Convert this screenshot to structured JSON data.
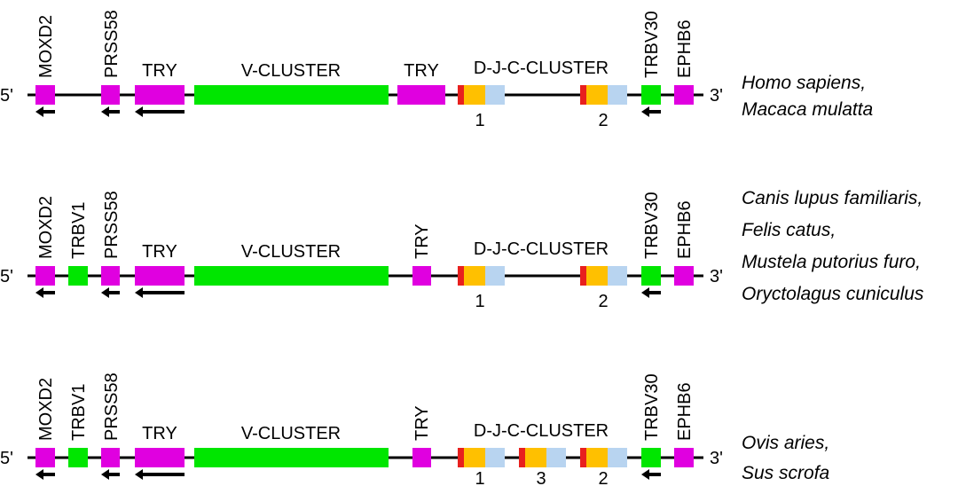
{
  "colors": {
    "gene": "#e000e0",
    "trbv": "#00e600",
    "d_segment": "#e8201e",
    "j_segment": "#ffc000",
    "c_segment": "#b8d4f0",
    "line": "#000000"
  },
  "icons": [
    "left-arrow-icon"
  ],
  "rows": [
    {
      "end5": "5'",
      "end3": "3'",
      "species": [
        "Homo sapiens,",
        "Macaca mulatta"
      ],
      "labels": {
        "moxd2": "MOXD2",
        "prss58": "PRSS58",
        "try1": "TRY",
        "vcluster": "V-CLUSTER",
        "try2": "TRY",
        "djc": "D-J-C-CLUSTER",
        "trbv30": "TRBV30",
        "ephb6": "EPHB6"
      },
      "djc_numbers": [
        "1",
        "2"
      ]
    },
    {
      "end5": "5'",
      "end3": "3'",
      "species": [
        "Canis lupus familiaris,",
        "Felis catus,",
        "Mustela putorius furo,",
        "Oryctolagus cuniculus"
      ],
      "labels": {
        "moxd2": "MOXD2",
        "trbv1": "TRBV1",
        "prss58": "PRSS58",
        "try1": "TRY",
        "vcluster": "V-CLUSTER",
        "try2": "TRY",
        "djc": "D-J-C-CLUSTER",
        "trbv30": "TRBV30",
        "ephb6": "EPHB6"
      },
      "djc_numbers": [
        "1",
        "2"
      ]
    },
    {
      "end5": "5'",
      "end3": "3'",
      "species": [
        "Ovis aries,",
        "Sus scrofa"
      ],
      "labels": {
        "moxd2": "MOXD2",
        "trbv1": "TRBV1",
        "prss58": "PRSS58",
        "try1": "TRY",
        "vcluster": "V-CLUSTER",
        "try2": "TRY",
        "djc": "D-J-C-CLUSTER",
        "trbv30": "TRBV30",
        "ephb6": "EPHB6"
      },
      "djc_numbers": [
        "1",
        "3",
        "2"
      ]
    }
  ]
}
